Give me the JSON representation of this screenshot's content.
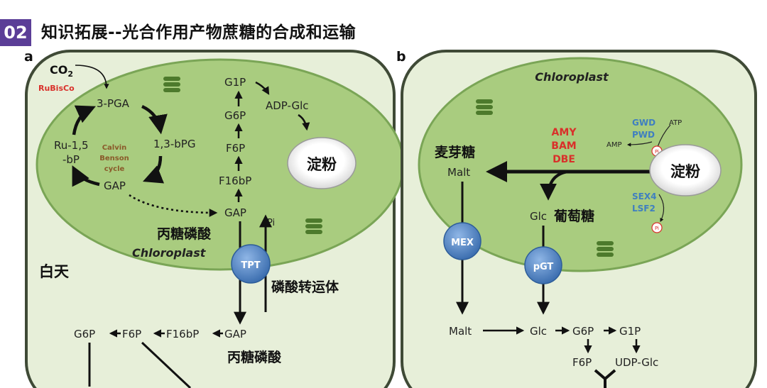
{
  "header": {
    "badge": "02",
    "title": "知识拓展--光合作用产物蔗糖的合成和运输"
  },
  "panel_a": {
    "label": "a",
    "co2": "CO",
    "co2_sub": "2",
    "rubisco": "RuBisCo",
    "pga": "3-PGA",
    "bpg": "1,3-bPG",
    "rubp_1": "Ru-1,5",
    "rubp_2": "-bP",
    "calvin_1": "Calvin",
    "calvin_2": "Benson",
    "calvin_3": "cycle",
    "gap_cycle": "GAP",
    "g1p": "G1P",
    "adp_glc": "ADP-Glc",
    "g6p": "G6P",
    "f6p": "F6P",
    "f16bp": "F16bP",
    "gap": "GAP",
    "starch": "淀粉",
    "triose_p": "丙糖磷酸",
    "pi": "Pi",
    "chloroplast": "Chloroplast",
    "daytime": "白天",
    "tpt": "TPT",
    "transporter": "磷酸转运体",
    "cyto_g6p": "G6P",
    "cyto_f6p": "F6P",
    "cyto_f16bp": "F16bP",
    "cyto_gap": "GAP",
    "triose_p_2": "丙糖磷酸"
  },
  "panel_b": {
    "label": "b",
    "chloroplast": "Chloroplast",
    "amy": "AMY",
    "bam": "BAM",
    "dbe": "DBE",
    "gwd": "GWD",
    "pwd": "PWD",
    "atp": "ATP",
    "amp": "AMP",
    "pi": "Pi",
    "maltose": "麦芽糖",
    "malt": "Malt",
    "starch": "淀粉",
    "sex4": "SEX4",
    "lsf2": "LSF2",
    "glc": "Glc",
    "glucose": "葡萄糖",
    "mex": "MEX",
    "pgt": "pGT",
    "cyto_malt": "Malt",
    "cyto_glc": "Glc",
    "cyto_g6p": "G6P",
    "cyto_g1p": "G1P",
    "cyto_f6p": "F6P",
    "cyto_udp_glc": "UDP-Glc"
  },
  "colors": {
    "badge": "#5b3e97",
    "chloroplast_fill": "#a9cc7f",
    "chloroplast_edge": "#7aa556",
    "cell_fill": "#e7efd9",
    "cell_edge": "#3f4a36",
    "transporter": "#4f86c6",
    "enzyme_red": "#d9302a",
    "enzyme_blue": "#3f7fc0",
    "calvin_brown": "#8a5a2a"
  }
}
